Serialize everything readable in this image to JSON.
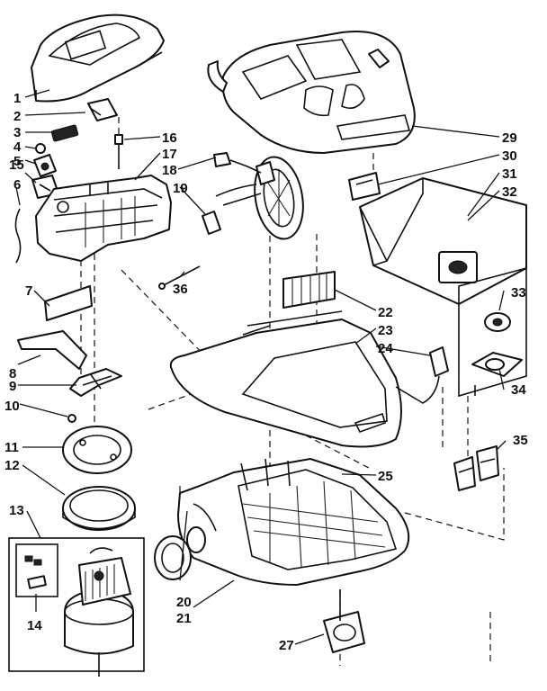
{
  "callouts": [
    {
      "id": "1",
      "label": "1"
    },
    {
      "id": "2",
      "label": "2"
    },
    {
      "id": "3",
      "label": "3"
    },
    {
      "id": "4",
      "label": "4"
    },
    {
      "id": "5",
      "label": "5"
    },
    {
      "id": "6",
      "label": "6"
    },
    {
      "id": "7",
      "label": "7"
    },
    {
      "id": "8",
      "label": "8"
    },
    {
      "id": "9",
      "label": "9"
    },
    {
      "id": "10",
      "label": "10"
    },
    {
      "id": "11",
      "label": "11"
    },
    {
      "id": "12",
      "label": "12"
    },
    {
      "id": "13",
      "label": "13"
    },
    {
      "id": "14",
      "label": "14"
    },
    {
      "id": "15",
      "label": "15"
    },
    {
      "id": "16",
      "label": "16"
    },
    {
      "id": "17",
      "label": "17"
    },
    {
      "id": "18",
      "label": "18"
    },
    {
      "id": "19",
      "label": "19"
    },
    {
      "id": "20",
      "label": "20"
    },
    {
      "id": "21",
      "label": "21"
    },
    {
      "id": "22",
      "label": "22"
    },
    {
      "id": "23",
      "label": "23"
    },
    {
      "id": "24",
      "label": "24"
    },
    {
      "id": "25",
      "label": "25"
    },
    {
      "id": "27",
      "label": "27"
    },
    {
      "id": "29",
      "label": "29"
    },
    {
      "id": "30",
      "label": "30"
    },
    {
      "id": "31",
      "label": "31"
    },
    {
      "id": "32",
      "label": "32"
    },
    {
      "id": "33",
      "label": "33"
    },
    {
      "id": "34",
      "label": "34"
    },
    {
      "id": "35",
      "label": "35"
    },
    {
      "id": "36",
      "label": "36"
    }
  ]
}
